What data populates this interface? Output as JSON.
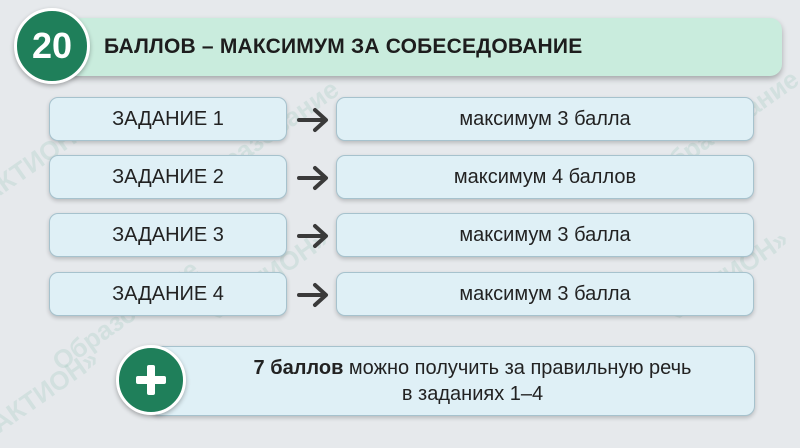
{
  "header": {
    "number": "20",
    "title": "БАЛЛОВ – МАКСИМУМ ЗА СОБЕСЕДОВАНИЕ"
  },
  "watermark": {
    "brand": "«АКТИОН»",
    "word": "Образование"
  },
  "tasks": [
    {
      "label": "ЗАДАНИЕ 1",
      "score": "максимум 3 балла"
    },
    {
      "label": "ЗАДАНИЕ 2",
      "score": "максимум 4 баллов"
    },
    {
      "label": "ЗАДАНИЕ 3",
      "score": "максимум 3 балла"
    },
    {
      "label": "ЗАДАНИЕ 4",
      "score": "максимум 3 балла"
    }
  ],
  "bonus": {
    "bold": "7 баллов",
    "rest_line1": " можно получить за правильную речь",
    "line2": "в заданиях 1–4"
  },
  "colors": {
    "accent_green": "#1f7f5a",
    "header_fill": "#c9ecdd",
    "box_fill": "#dff0f6",
    "background": "#e6e9ec"
  },
  "icons": [
    "right-arrow-icon",
    "plus-icon"
  ]
}
